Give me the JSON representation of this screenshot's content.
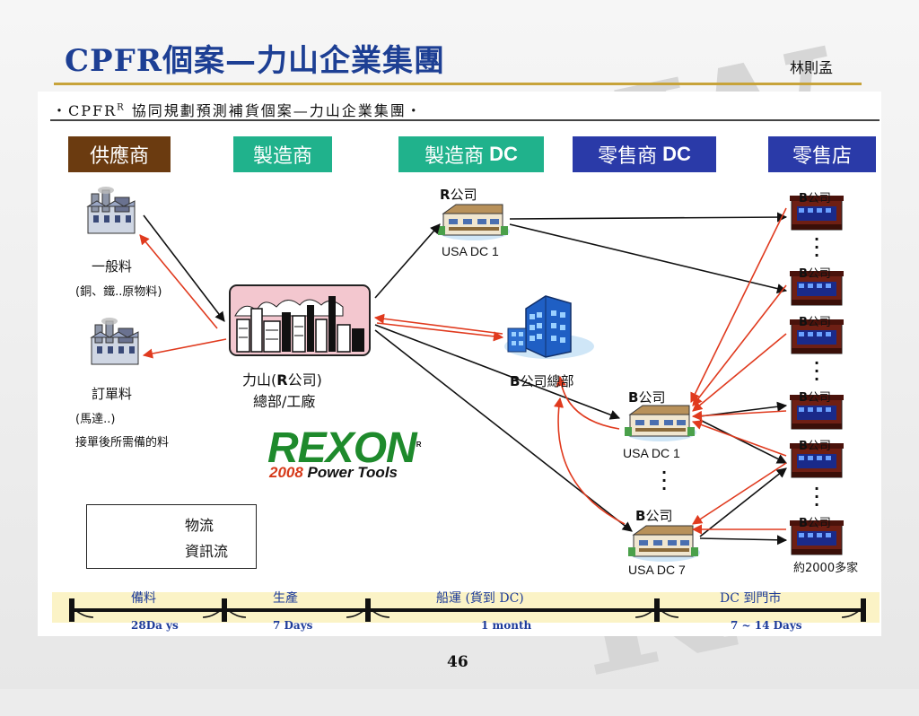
{
  "slide": {
    "title": "CPFR個案—力山企業集團",
    "author": "林則孟",
    "subtitle_prefix": "・CPFR",
    "subtitle_sup": "R",
    "subtitle_rest": " 協同規劃預測補貨個案—力山企業集團・",
    "page_number": "46"
  },
  "headers": [
    {
      "label": "供應商",
      "suffix": "",
      "color": "#6b3b10"
    },
    {
      "label": "製造商",
      "suffix": "",
      "color": "#20b28c"
    },
    {
      "label": "製造商",
      "suffix": "DC",
      "color": "#20b28c"
    },
    {
      "label": "零售商",
      "suffix": "DC",
      "color": "#2a3aa8"
    },
    {
      "label": "零售店",
      "suffix": "",
      "color": "#2a3aa8"
    }
  ],
  "suppliers": {
    "general": {
      "name": "一般料",
      "desc": "(銅、鐵..原物料)"
    },
    "order": {
      "name": "訂單料",
      "desc1": "(馬達..)",
      "desc2": "接單後所需備的料"
    }
  },
  "manufacturer": {
    "name_prefix": "力山(",
    "name_bold": "R",
    "name_suffix": "公司)",
    "line2": "總部/工廠"
  },
  "brand": {
    "logo": "REXON",
    "mark": "R",
    "year": "2008",
    "tagline": " Power Tools"
  },
  "r_dc": {
    "company_bold": "R",
    "company": "公司",
    "dc": "USA DC 1"
  },
  "b_hq": {
    "company_bold": "B",
    "company": "公司總部"
  },
  "b_dcs": [
    {
      "company_bold": "B",
      "company": "公司",
      "dc": "USA DC 1"
    },
    {
      "company_bold": "B",
      "company": "公司",
      "dc": "USA DC 7"
    }
  ],
  "store": {
    "company_bold": "B",
    "company": "公司",
    "count_label": "約2000多家"
  },
  "legend": {
    "physical": "物流",
    "info": "資訊流"
  },
  "timeline": [
    {
      "label": "備料",
      "duration": "28Da ys"
    },
    {
      "label": "生產",
      "duration": "7 Days"
    },
    {
      "label": "船運 (貨到 DC)",
      "duration": "1 month"
    },
    {
      "label": "DC 到門市",
      "duration": "7 ~ 14 Days"
    }
  ],
  "colors": {
    "title": "#1d3f94",
    "physical_flow": "#111111",
    "info_flow": "#e03a1e",
    "timeline_text": "#1e3c9a"
  },
  "icons": [
    "factory-icon",
    "city-skyline-icon",
    "office-tower-icon",
    "warehouse-icon",
    "storefront-icon"
  ]
}
